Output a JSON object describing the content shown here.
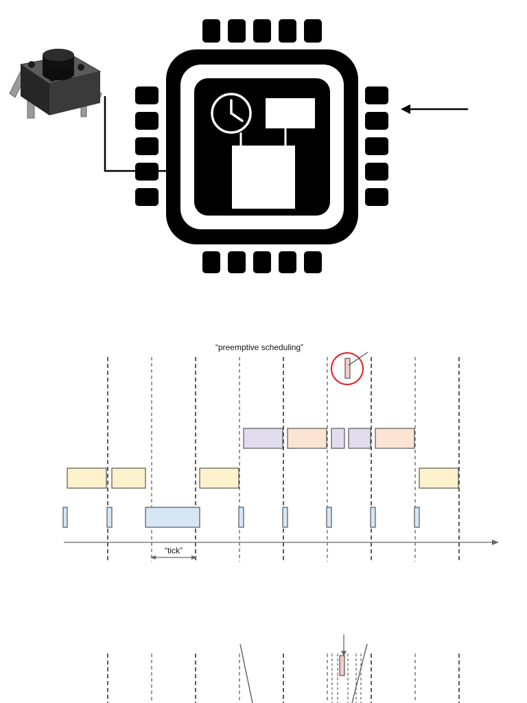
{
  "labels": {
    "scheduling_caption": "“preemptive scheduling”",
    "tick_caption": "“tick”"
  },
  "icons": {
    "button_component": "tactile-push-button",
    "chip": "microcontroller-chip",
    "clock": "clock-icon",
    "input_arrow": "arrow-left-icon",
    "highlight": "red-circle-highlight"
  },
  "colors": {
    "chip": "#000000",
    "task_yellow": "#fdf2cc",
    "task_peach": "#fce4d3",
    "task_purple": "#e2dcef",
    "task_blue": "#d5e6f5",
    "interrupt_pink": "#f3cccc",
    "highlight_red": "#e02020",
    "bar_stroke": "#555555",
    "tick_line": "#333333"
  },
  "timeline": {
    "tick_count": 9,
    "preempt_tick_index": 6
  }
}
